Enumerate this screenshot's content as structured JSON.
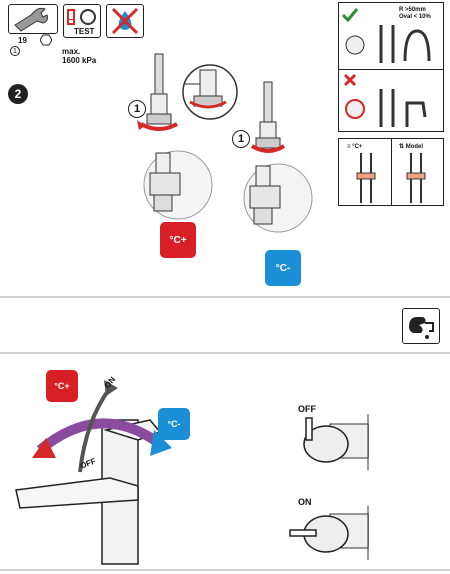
{
  "header": {
    "wrench_size": "19",
    "test_label": "TEST",
    "item_number": "1",
    "pressure": "max.\n1600 kPa"
  },
  "steps": {
    "step2_number": "2",
    "circle_one": "1"
  },
  "tiles": {
    "hot_label": "°C+",
    "cold_label": "°C-"
  },
  "side_panel": {
    "good_note": "R >50mm\nOval < 10%",
    "hot_col": "≡ °C+",
    "cold_col": "⇅ Model"
  },
  "faucet": {
    "on_label": "ON",
    "off_label": "OFF"
  },
  "valves": {
    "off_label": "OFF",
    "on_label": "ON"
  },
  "colors": {
    "hot": "#d91f26",
    "cold": "#1b8fd6",
    "good": "#2e8b2e",
    "bad": "#d62828"
  },
  "icons": [
    "wrench-icon",
    "test-warning-icon",
    "no-water-icon",
    "check-icon",
    "cross-icon",
    "hand-washing-icon"
  ]
}
